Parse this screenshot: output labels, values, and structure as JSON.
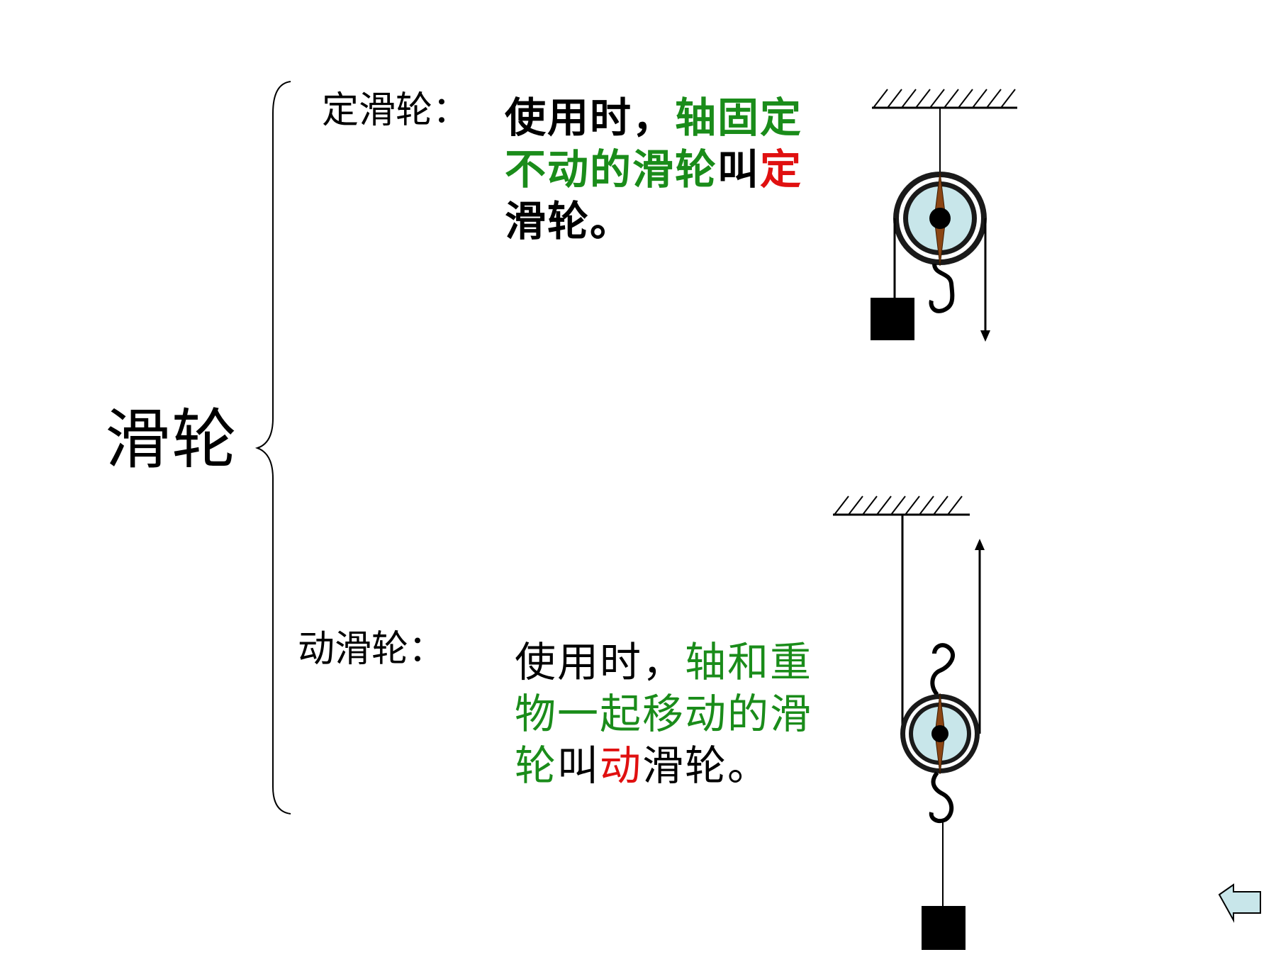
{
  "title": "滑轮",
  "fixed_pulley": {
    "label": "定滑轮：",
    "definition": {
      "prefix": "使用时，",
      "green": "轴固定不动的滑轮",
      "mid": "叫",
      "red": "定",
      "suffix": "滑轮。"
    }
  },
  "movable_pulley": {
    "label": "动滑轮：",
    "definition": {
      "prefix": "使用时，",
      "green": "轴和重物一起移动的滑轮",
      "mid": "叫",
      "red": "动",
      "suffix": "滑轮。"
    }
  },
  "colors": {
    "green": "#1a8c1a",
    "red": "#e01010",
    "wheel": "#c8e6ea",
    "axle": "#8b4513"
  },
  "icons": {
    "back": "left-arrow-icon"
  }
}
